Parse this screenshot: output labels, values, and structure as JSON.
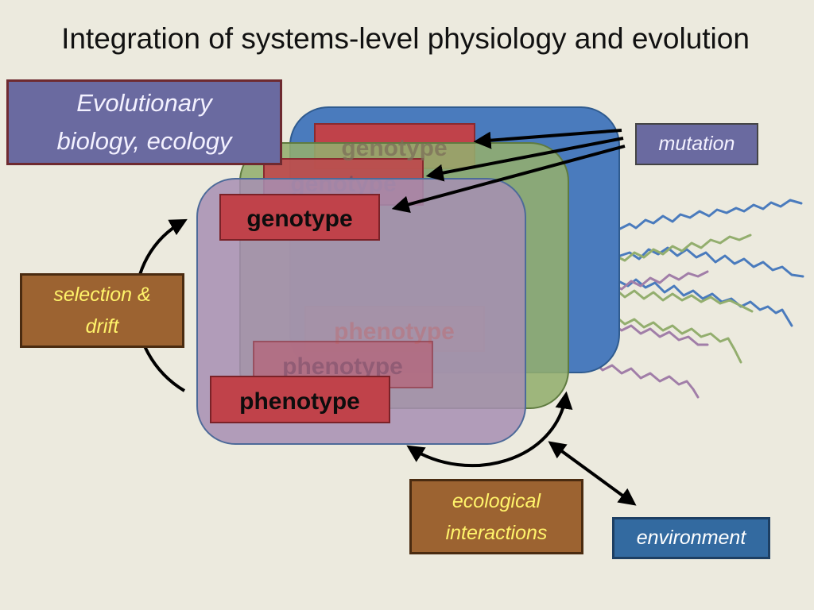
{
  "title": "Integration of systems-level physiology and evolution",
  "labels": {
    "evolutionary_biology": "Evolutionary\nbiology, ecology",
    "mutation": "mutation",
    "selection_drift": "selection &\ndrift",
    "ecological_interactions": "ecological\ninteractions",
    "environment": "environment"
  },
  "populations": {
    "back": {
      "genotype": "genotype",
      "phenotype": "phenotype",
      "color": "#4a7bbd"
    },
    "middle": {
      "genotype": "genotype",
      "phenotype": "phenotype",
      "color": "#93ae6e"
    },
    "front": {
      "genotype": "genotype",
      "phenotype": "phenotype",
      "color": "#a68fb2"
    }
  },
  "colors": {
    "background": "#eceade",
    "label_red": "#c0424a",
    "brown_box": "#9c6331",
    "text_yellow": "#fff36a",
    "squiggle_blue": "#4a7bbd",
    "squiggle_green": "#93ae6e",
    "squiggle_purple": "#a17ea8"
  }
}
